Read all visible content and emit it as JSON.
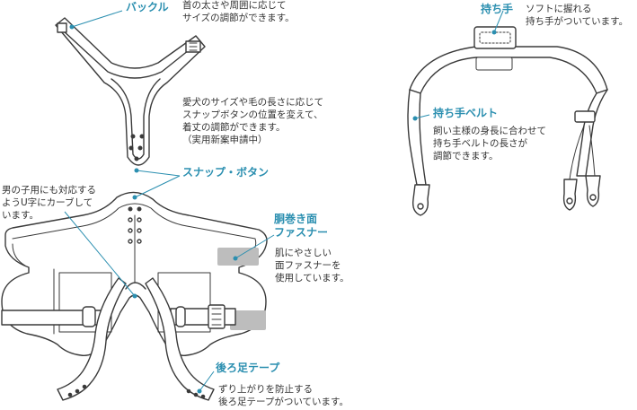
{
  "labels": {
    "buckle": {
      "title": "バックル",
      "body": "首の太さや周囲に応じて\nサイズの調節ができます。"
    },
    "snap": {
      "body": "愛犬のサイズや毛の長さに応じて\nスナップボタンの位置を変えて、\n着丈の調節ができます。\n（実用新案申請中）",
      "title": "スナップ・ボタン"
    },
    "male": {
      "body": "男の子用にも対応する\nようU字にカーブして\nいます。"
    },
    "fastener": {
      "title_line1": "胴巻き面",
      "title_line2": "ファスナー",
      "body": "肌にやさしい\n面ファスナーを\n使用しています。"
    },
    "hind_tape": {
      "title": "後ろ足テープ",
      "body": "ずり上がりを防止する\n後ろ足テープがついています。"
    },
    "handle": {
      "title": "持ち手",
      "body": "ソフトに握れる\n持ち手がついています。"
    },
    "handle_belt": {
      "title": "持ち手ベルト",
      "body": "飼い主様の身長に合わせて\n持ち手ベルトの長さが\n調節できます。"
    }
  },
  "colors": {
    "accent": "#2b8fb0",
    "line": "#3a3a3a",
    "pad": "#bdbdbd",
    "fill": "#ffffff"
  }
}
